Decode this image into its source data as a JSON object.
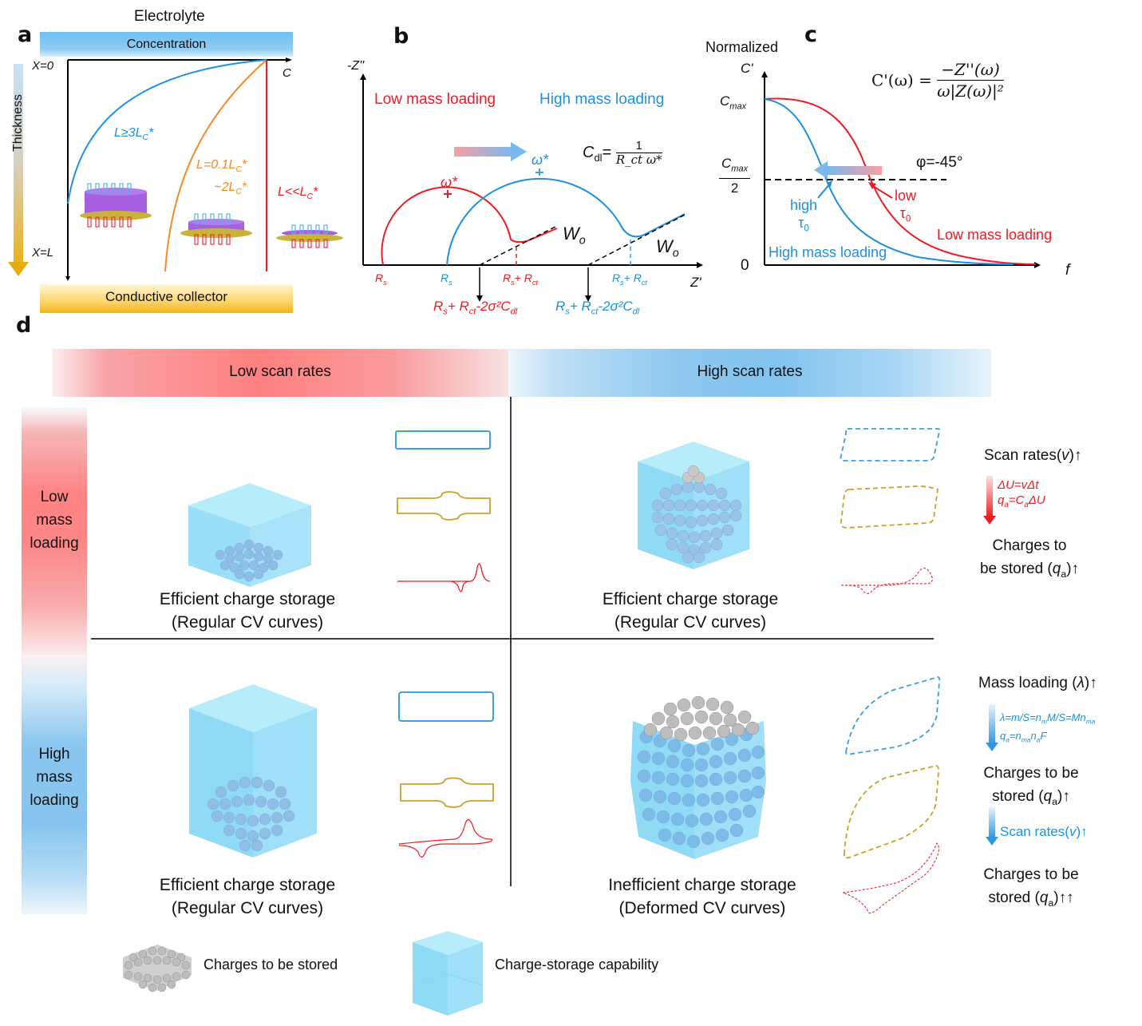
{
  "panels": {
    "a": {
      "label": "a",
      "top_title": "Electrolyte",
      "top_bar": "Concentration",
      "bottom_bar": "Conductive collector",
      "y_axis_label": "Thickness",
      "y_top": "X=0",
      "y_bottom": "X=L",
      "x_axis_label": "C",
      "curves": [
        {
          "name": "L≥3Lc*",
          "label_main": "L≥3L",
          "label_sub": "C",
          "label_sup": "*",
          "color": "#1e90e0"
        },
        {
          "name": "L=0.1Lc*~2Lc*",
          "label_line1_main": "L=0.1L",
          "label_line2_main": "~2L",
          "label_sub": "C",
          "label_sup": "*",
          "color": "#f58a2a"
        },
        {
          "name": "L<<Lc*",
          "label_main": "L<<L",
          "label_sub": "C",
          "label_sup": "*",
          "color": "#ee1c25"
        }
      ]
    },
    "b": {
      "label": "b",
      "y_axis_label": "-Z''",
      "x_axis_label": "Z'",
      "legend_low": "Low mass loading",
      "legend_high": "High mass loading",
      "omega": "ω*",
      "warburg": "W",
      "warburg_sub": "o",
      "formula_lhs": "C",
      "formula_lhs_sub": "dl",
      "formula_num": "1",
      "formula_den": "R_ct ω*",
      "rs": "R",
      "rs_sub": "s",
      "rs_rct": "R",
      "rct_sub": "ct",
      "intercept_tail": "-2σ²C",
      "intercept_tail_sub": "dl",
      "low_color": "#ee1c25",
      "high_color": "#1e90e0"
    },
    "c": {
      "label": "c",
      "y_title": "Normalized",
      "y_axis_label": "C'",
      "x_axis_label": "f",
      "formula_lhs": "C'(ω) =",
      "formula_num": "−Z''(ω)",
      "formula_den": "ω|Z(ω)|²",
      "cmax": "C",
      "cmax_sub": "max",
      "half_den": "2",
      "zero": "0",
      "phase": "φ=-45°",
      "high_tau": "high",
      "low_tau": "low",
      "tau": "τ",
      "tau_sub": "0",
      "low_label": "Low mass loading",
      "high_label": "High mass loading"
    },
    "d": {
      "label": "d",
      "col_headers": [
        "Low scan rates",
        "High scan rates"
      ],
      "row_headers": [
        {
          "line1": "Low",
          "line2": "mass",
          "line3": "loading"
        },
        {
          "line1": "High",
          "line2": "mass",
          "line3": "loading"
        }
      ],
      "cells": [
        {
          "line1": "Efficient charge storage",
          "line2": "(Regular CV curves)"
        },
        {
          "line1": "Efficient charge storage",
          "line2": "(Regular CV curves)"
        },
        {
          "line1": "Efficient charge storage",
          "line2": "(Regular CV curves)"
        },
        {
          "line1": "Inefficient charge storage",
          "line2": "(Deformed CV curves)"
        }
      ],
      "side_top": {
        "head": "Scan rates(",
        "head_var": "v",
        "head_tail": ")↑",
        "eq1": "ΔU=vΔt",
        "eq2_a": "q",
        "eq2_a_sub": "a",
        "eq2_b": "=C",
        "eq2_b_sub": "a",
        "eq2_c": "ΔU",
        "result_line1": "Charges to",
        "result_line2": "be stored (",
        "result_var": "q",
        "result_var_sub": "a",
        "result_tail": ")↑"
      },
      "side_bottom": {
        "head": "Mass loading (",
        "head_var": "λ",
        "head_tail": ")↑",
        "eq1": "λ=m/S=n",
        "eq1_sub": "m",
        "eq1_mid": "M/S=Mn",
        "eq1_sub2": "ma",
        "eq2": "q",
        "eq2_sub": "a",
        "eq2_mid": "=n",
        "eq2_sub2": "ma",
        "eq2_n": "n",
        "eq2_sub3": "a",
        "eq2_end": "F",
        "mid_line1": "Charges to be",
        "mid_line2": "stored (",
        "mid_tail": ")↑",
        "scan": "Scan rates(",
        "scan_var": "v",
        "scan_tail": ")↑",
        "final_line1": "Charges to be",
        "final_line2": "stored (",
        "final_tail": ")↑↑",
        "var": "q",
        "var_sub": "a"
      },
      "legend": [
        {
          "label": "Charges to be stored"
        },
        {
          "label": "Charge-storage capability"
        }
      ]
    }
  }
}
